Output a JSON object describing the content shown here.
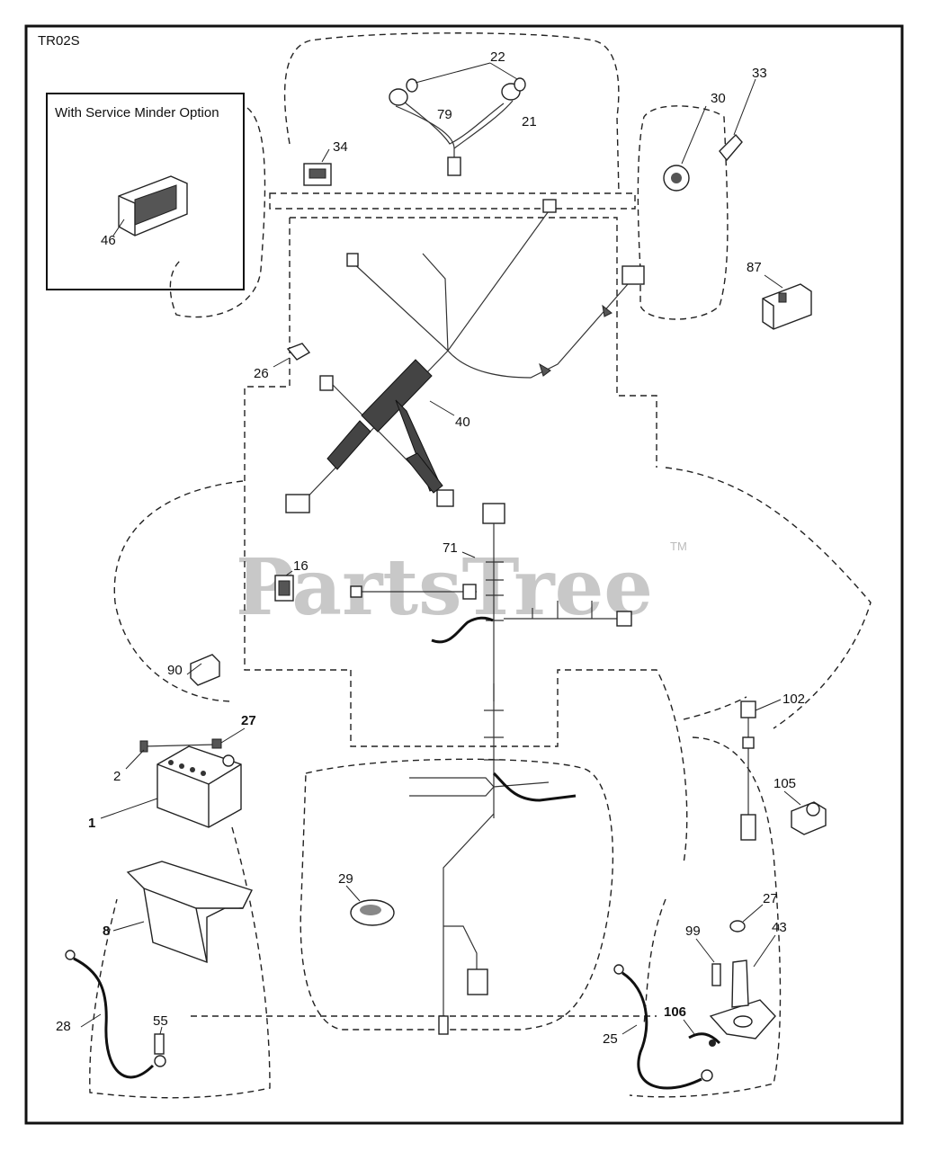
{
  "diagram_code": "TR02S",
  "inset_title": "With Service Minder Option",
  "watermark": "PartsTree",
  "watermark_tm": "TM",
  "callouts": {
    "c22": "22",
    "c79": "79",
    "c21": "21",
    "c33": "33",
    "c30": "30",
    "c34": "34",
    "c46": "46",
    "c87": "87",
    "c26": "26",
    "c40": "40",
    "c16": "16",
    "c71": "71",
    "c90": "90",
    "c27a": "27",
    "c2": "2",
    "c1": "1",
    "c102": "102",
    "c105": "105",
    "c29": "29",
    "c8": "8",
    "c27b": "27",
    "c43": "43",
    "c99": "99",
    "c106": "106",
    "c28": "28",
    "c55": "55",
    "c25": "25"
  }
}
